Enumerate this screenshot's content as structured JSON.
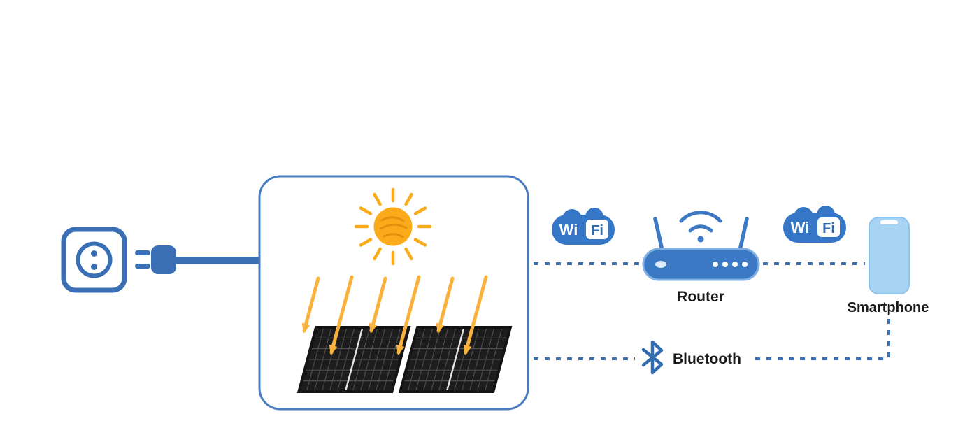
{
  "diagram": {
    "type": "connection-diagram",
    "labels": {
      "router": "Router",
      "smartphone": "Smartphone",
      "bluetooth": "Bluetooth"
    },
    "wifi_badges": [
      {
        "wi": "Wi",
        "fi": "Fi"
      },
      {
        "wi": "Wi",
        "fi": "Fi"
      }
    ],
    "icons": {
      "power_outlet": "power-outlet-icon",
      "plug": "power-plug-icon",
      "cable": "power-cable-line",
      "solar_box": "solar-system-box",
      "sun": "sun-icon",
      "sunlight": "sunlight-arrows",
      "solar_panels": "solar-panel-icon",
      "wifi_badge": "wifi-logo-icon",
      "router": "router-icon",
      "wifi_signal": "wifi-signal-icon",
      "smartphone": "smartphone-icon",
      "bluetooth": "bluetooth-icon"
    },
    "colors": {
      "diagram_blue": "#3a6fb6",
      "device_blue": "#3577c6",
      "sun_yellow": "#fbab19",
      "arrow_yellow": "#fbb13c",
      "panel_black": "#1d1d1d",
      "phone_fill": "#a8d4f3",
      "label_color": "#1a1a1a"
    }
  }
}
